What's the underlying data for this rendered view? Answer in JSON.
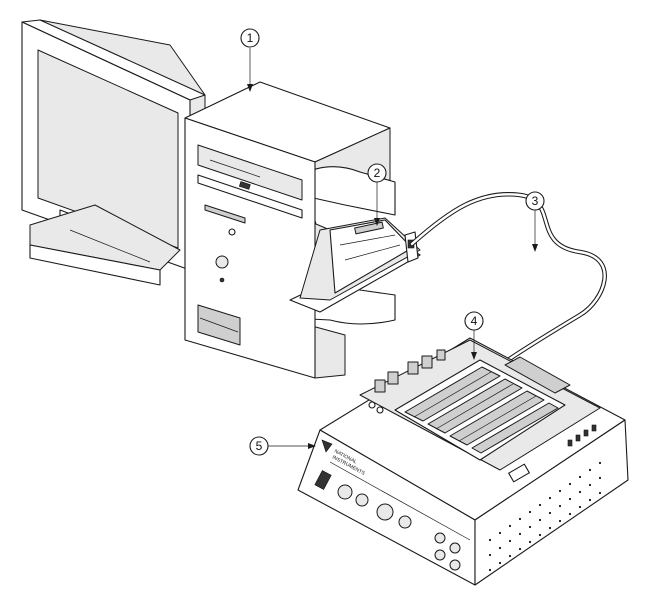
{
  "callouts": [
    {
      "id": "1",
      "label": "1"
    },
    {
      "id": "2",
      "label": "2"
    },
    {
      "id": "3",
      "label": "3"
    },
    {
      "id": "4",
      "label": "4"
    },
    {
      "id": "5",
      "label": "5"
    }
  ],
  "device_brand": {
    "line1": "NATIONAL",
    "line2": "INSTRUMENTS"
  },
  "colors": {
    "line": "#1a1a1a",
    "fill": "#ffffff",
    "shade": "#e9e9e9",
    "dark": "#333333"
  }
}
